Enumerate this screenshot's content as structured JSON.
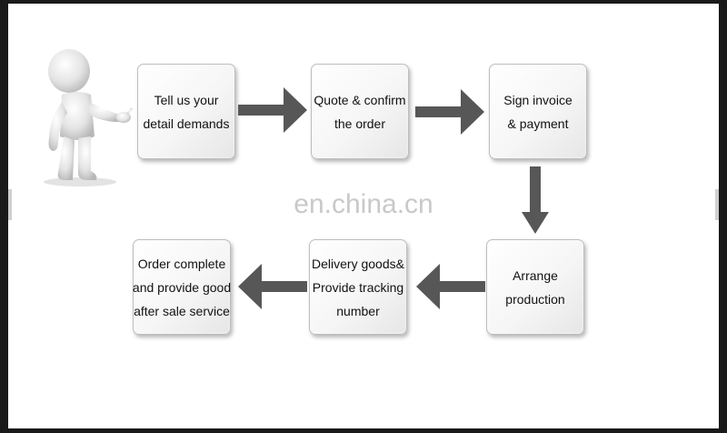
{
  "steps": [
    {
      "lines": [
        "Tell us your",
        "detail demands"
      ]
    },
    {
      "lines": [
        "Quote & confirm",
        "the order"
      ]
    },
    {
      "lines": [
        "Sign invoice",
        "& payment"
      ]
    },
    {
      "lines": [
        "Arrange",
        "production"
      ]
    },
    {
      "lines": [
        "Delivery goods&",
        "Provide tracking",
        " number"
      ]
    },
    {
      "lines": [
        "Order complete",
        "and provide good",
        "after sale service"
      ]
    }
  ],
  "watermark": "en.china.cn",
  "colors": {
    "arrow": "#575757",
    "frame": "#1a1a1a",
    "watermark": "#c9c9c9"
  },
  "figure": {
    "icon": "white-3d-person-figure"
  }
}
